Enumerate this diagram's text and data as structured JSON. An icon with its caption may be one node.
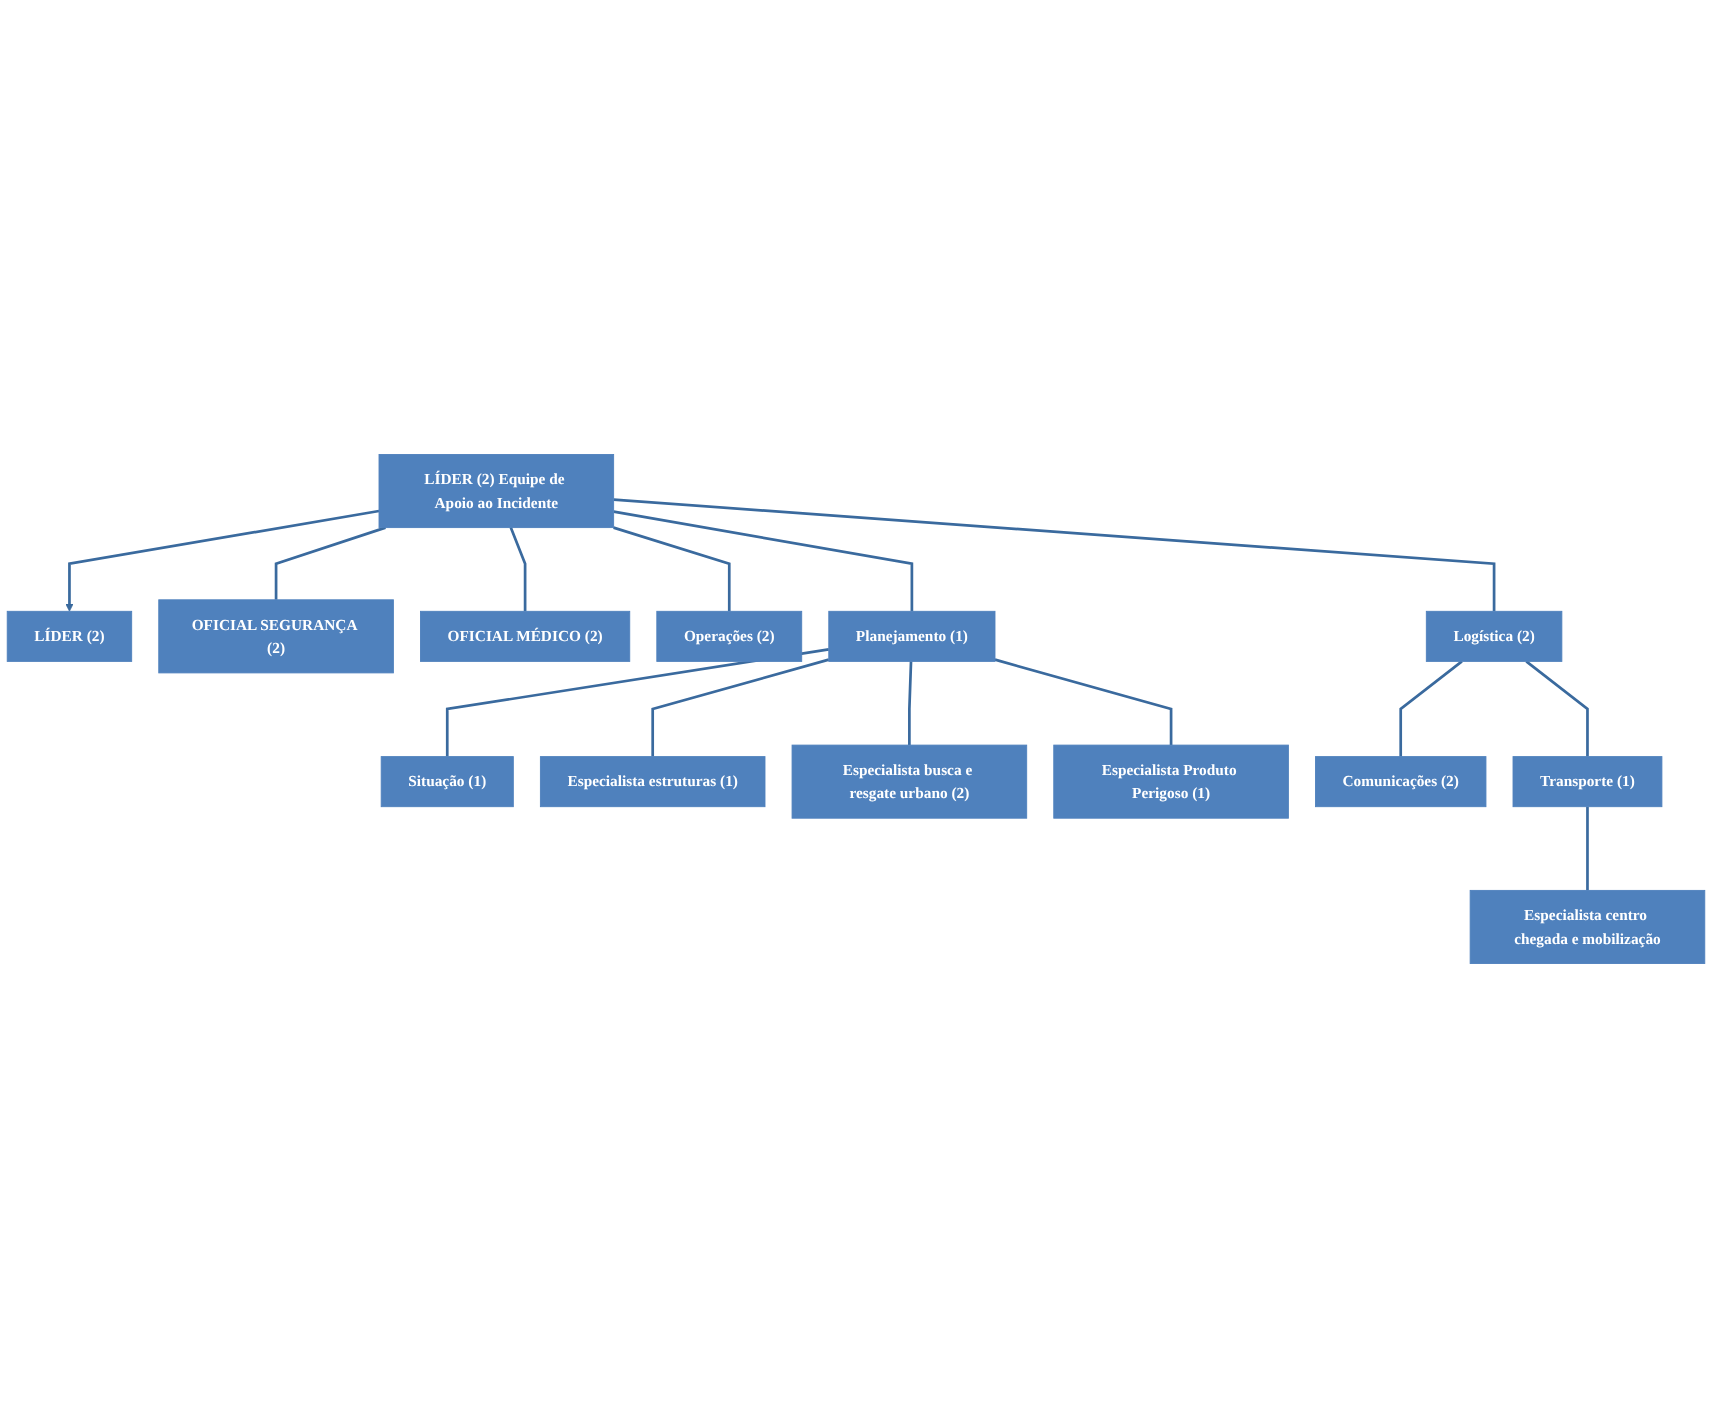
{
  "diagram": {
    "nodes": [
      {
        "text": [
          "LÍDER (2)"
        ]
      },
      {
        "text": [
          "LÍDER (2) Equipe de Apoio ao Incidente"
        ]
      },
      {
        "text": [
          "OFICIAL SEGURANÇA (2)"
        ]
      },
      {
        "text": [
          "OFICIAL MÉDICO (2)"
        ]
      },
      {
        "text": [
          "Operações (2)"
        ]
      },
      {
        "text": [
          "Planejamento (1)"
        ]
      },
      {
        "text": [
          "Logística (2)"
        ]
      },
      {
        "text": [
          "Situação (1)"
        ]
      },
      {
        "text": [
          "Especialista estruturas (1)"
        ]
      },
      {
        "text": [
          "Especialista busca e resgate urbano (2)"
        ]
      },
      {
        "text": [
          "Especialista Produto Perigoso (1)"
        ]
      },
      {
        "text": [
          "Comunicações (2)"
        ]
      },
      {
        "text": [
          "Transporte (1)"
        ]
      },
      {
        "text": [
          "Especialista centro chegada e mobilização"
        ]
      }
    ],
    "edges": [
      {
        "from": 1,
        "to": 0,
        "arrow": "to"
      },
      {
        "from": 1,
        "to": 2,
        "arrow": "none"
      },
      {
        "from": 1,
        "to": 3,
        "arrow": "none"
      },
      {
        "from": 1,
        "to": 4,
        "arrow": "none"
      },
      {
        "from": 1,
        "to": 5,
        "arrow": "none"
      },
      {
        "from": 1,
        "to": 6,
        "arrow": "none"
      },
      {
        "from": 5,
        "to": 7,
        "arrow": "none"
      },
      {
        "from": 5,
        "to": 8,
        "arrow": "none"
      },
      {
        "from": 5,
        "to": 9,
        "arrow": "none"
      },
      {
        "from": 5,
        "to": 10,
        "arrow": "none"
      },
      {
        "from": 6,
        "to": 11,
        "arrow": "none"
      },
      {
        "from": 6,
        "to": 12,
        "arrow": "none"
      },
      {
        "from": 12,
        "to": 13,
        "arrow": "none"
      }
    ]
  }
}
